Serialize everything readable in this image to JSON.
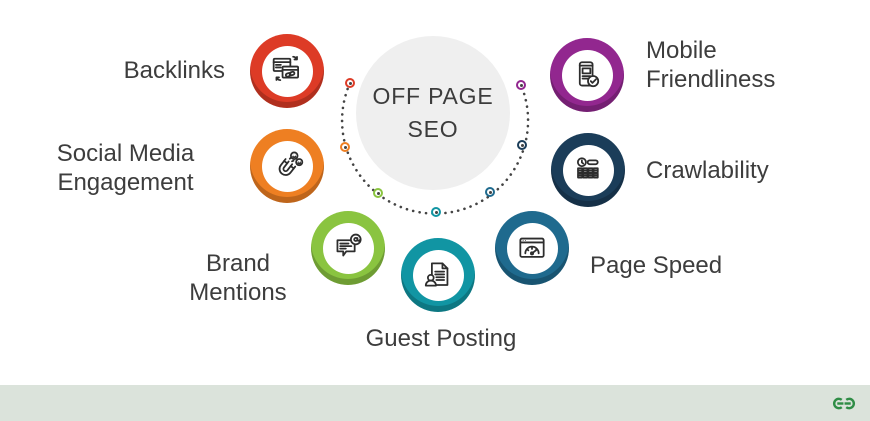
{
  "hub": {
    "title": "OFF PAGE\nSEO"
  },
  "items": [
    {
      "id": "backlinks",
      "label": "Backlinks",
      "color": "#DD3B26",
      "icon": "browser-link-icon"
    },
    {
      "id": "social-media-engagement",
      "label": "Social Media\nEngagement",
      "color": "#EE7F22",
      "icon": "magnet-attract-icon"
    },
    {
      "id": "brand-mentions",
      "label": "Brand\nMentions",
      "color": "#8AC440",
      "icon": "mention-bubble-icon"
    },
    {
      "id": "guest-posting",
      "label": "Guest Posting",
      "color": "#1195A3",
      "icon": "author-document-icon"
    },
    {
      "id": "page-speed",
      "label": "Page Speed",
      "color": "#1F6A8E",
      "icon": "speedometer-icon"
    },
    {
      "id": "crawlability",
      "label": "Crawlability",
      "color": "#1B3D59",
      "icon": "crawler-icon"
    },
    {
      "id": "mobile-friendliness",
      "label": "Mobile\nFriendliness",
      "color": "#92278F",
      "icon": "mobile-check-icon"
    }
  ],
  "colors": {
    "hub_fill": "#EFEFEF",
    "label_text": "#3D3D3D",
    "arc_dots": "#444444",
    "background": "#FFFFFF",
    "footer_band": "#DBE3DB",
    "logo_green": "#2F8D46"
  },
  "footer": {
    "brand": "geeksforgeeks-logo"
  }
}
